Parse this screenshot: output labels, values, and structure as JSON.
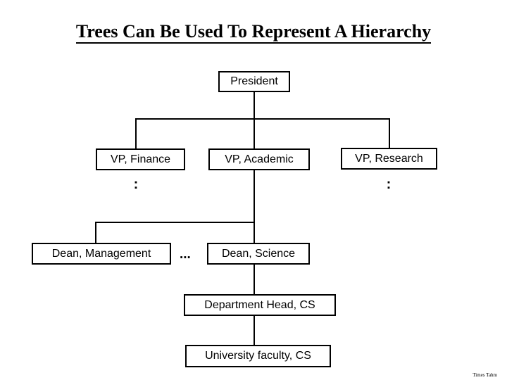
{
  "slide": {
    "title": "Trees Can Be Used To Represent A Hierarchy",
    "credit": "Times  Tahm",
    "background_color": "#ffffff",
    "line_color": "#000000",
    "text_color": "#000000"
  },
  "tree": {
    "nodes": [
      {
        "id": "president",
        "label": "President",
        "level": 0
      },
      {
        "id": "vp-finance",
        "label": "VP, Finance",
        "level": 1
      },
      {
        "id": "vp-academic",
        "label": "VP, Academic",
        "level": 1
      },
      {
        "id": "vp-research",
        "label": "VP, Research",
        "level": 1
      },
      {
        "id": "dean-management",
        "label": "Dean, Management",
        "level": 2
      },
      {
        "id": "dean-science",
        "label": "Dean, Science",
        "level": 2
      },
      {
        "id": "dept-head-cs",
        "label": "Department Head, CS",
        "level": 3
      },
      {
        "id": "university-faculty-cs",
        "label": "University faculty, CS",
        "level": 4
      }
    ],
    "ellipses": [
      {
        "id": "vp-finance-more",
        "label": ":",
        "orientation": "vertical"
      },
      {
        "id": "vp-research-more",
        "label": ":",
        "orientation": "vertical"
      },
      {
        "id": "deans-more",
        "label": "...",
        "orientation": "horizontal"
      }
    ]
  }
}
